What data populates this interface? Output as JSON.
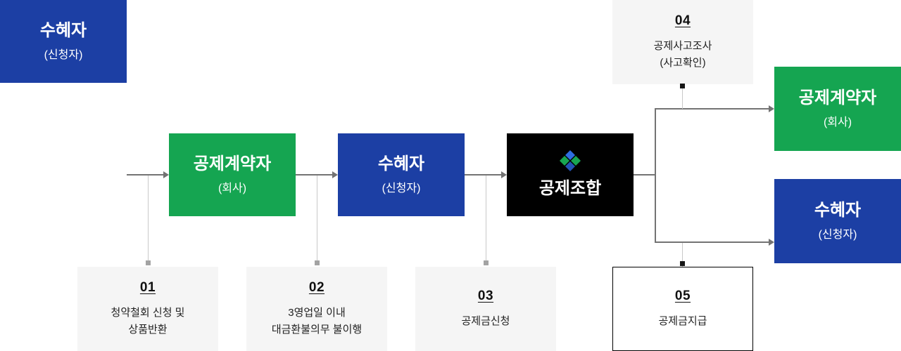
{
  "boxes": {
    "beneficiary_left": {
      "title": "수혜자",
      "subtitle": "(신청자)"
    },
    "contractor_left": {
      "title": "공제계약자",
      "subtitle": "(회사)"
    },
    "beneficiary_mid": {
      "title": "수혜자",
      "subtitle": "(신청자)"
    },
    "association": {
      "title": "공제조합"
    },
    "contractor_right": {
      "title": "공제계약자",
      "subtitle": "(회사)"
    },
    "beneficiary_right": {
      "title": "수혜자",
      "subtitle": "(신청자)"
    }
  },
  "steps": {
    "step1": {
      "number": "01",
      "line1": "청약철회 신청 및",
      "line2": "상품반환"
    },
    "step2": {
      "number": "02",
      "line1": "3영업일 이내",
      "line2": "대금환불의무 불이행"
    },
    "step3": {
      "number": "03",
      "line1": "공제금신청"
    },
    "step4": {
      "number": "04",
      "line1": "공제사고조사",
      "line2": "(사고확인)"
    },
    "step5": {
      "number": "05",
      "line1": "공제금지급"
    }
  },
  "icons": {
    "association_logo": "four-diamond-logo"
  },
  "colors": {
    "blue_node": "#1c3fa4",
    "green_node": "#15a551",
    "black_node": "#000000",
    "step_background": "#f5f5f5",
    "flow_line": "#737373",
    "drop_line": "#c9c9c9",
    "logo_blue": "#2f6de0",
    "logo_green": "#18a551"
  }
}
